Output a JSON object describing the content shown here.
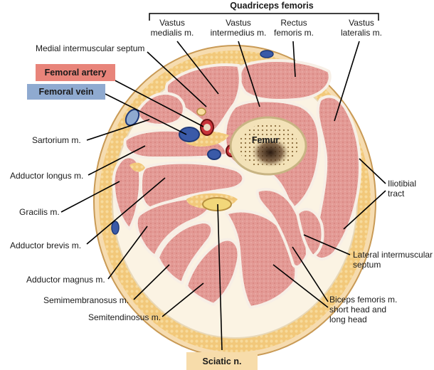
{
  "figure": {
    "group_label": "Quadriceps femoris",
    "bone_label": "Femur",
    "boxed_labels": {
      "femoral_artery": "Femoral artery",
      "femoral_vein": "Femoral vein",
      "sciatic": "Sciatic n."
    },
    "labels": {
      "vastus_medialis_1": "Vastus",
      "vastus_medialis_2": "medialis m.",
      "vastus_intermedius_1": "Vastus",
      "vastus_intermedius_2": "intermedius m.",
      "rectus_femoris_1": "Rectus",
      "rectus_femoris_2": "femoris m.",
      "vastus_lateralis_1": "Vastus",
      "vastus_lateralis_2": "lateralis m.",
      "medial_septum": "Medial intermuscular septum",
      "sartorium": "Sartorium m.",
      "adductor_longus": "Adductor longus m.",
      "gracilis": "Gracilis m.",
      "adductor_brevis": "Adductor brevis m.",
      "adductor_magnus": "Adductor magnus m.",
      "semimembranosus": "Semimembranosus m.",
      "semitendinosus": "Semitendinosus m.",
      "iliotibial_1": "Iliotibial",
      "iliotibial_2": "tract",
      "lateral_septum_1": "Lateral intermuscular",
      "lateral_septum_2": "septum",
      "biceps_1": "Biceps femoris m.",
      "biceps_2": "short head and",
      "biceps_3": "long head"
    },
    "colors": {
      "fat": "#f2c87a",
      "muscle": "#e39a95",
      "artery": "#c8323a",
      "vein": "#3a5aa8",
      "box_artery": "#e8847a",
      "box_vein": "#8faad0",
      "box_sciatic": "#f7dcaa"
    }
  }
}
